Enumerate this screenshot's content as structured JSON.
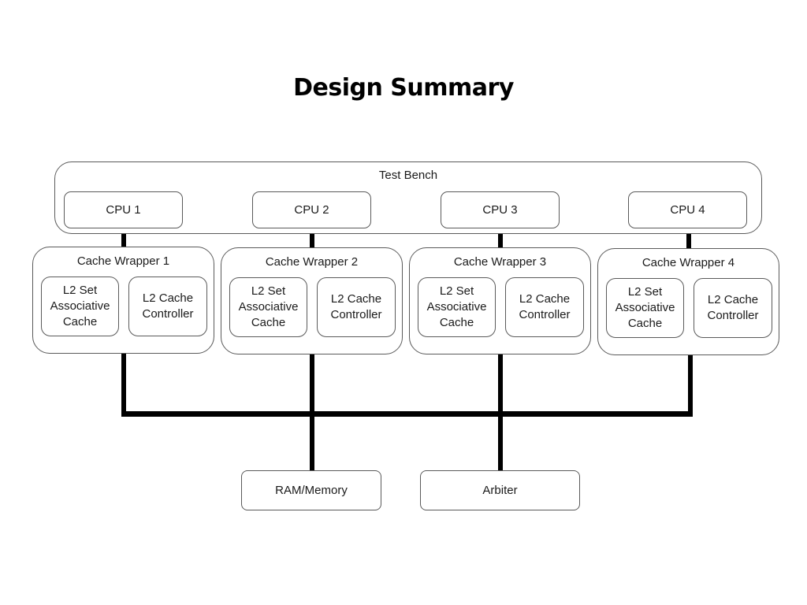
{
  "title": "Design Summary",
  "test_bench": {
    "label": "Test Bench",
    "cpus": [
      "CPU 1",
      "CPU 2",
      "CPU 3",
      "CPU 4"
    ]
  },
  "cache_wrappers": [
    {
      "label": "Cache Wrapper 1",
      "cache": "L2 Set Associative Cache",
      "controller": "L2 Cache Controller"
    },
    {
      "label": "Cache Wrapper 2",
      "cache": "L2 Set Associative Cache",
      "controller": "L2 Cache Controller"
    },
    {
      "label": "Cache Wrapper 3",
      "cache": "L2 Set Associative Cache",
      "controller": "L2 Cache Controller"
    },
    {
      "label": "Cache Wrapper 4",
      "cache": "L2 Set Associative Cache",
      "controller": "L2 Cache Controller"
    }
  ],
  "shared": {
    "memory": "RAM/Memory",
    "arbiter": "Arbiter"
  }
}
